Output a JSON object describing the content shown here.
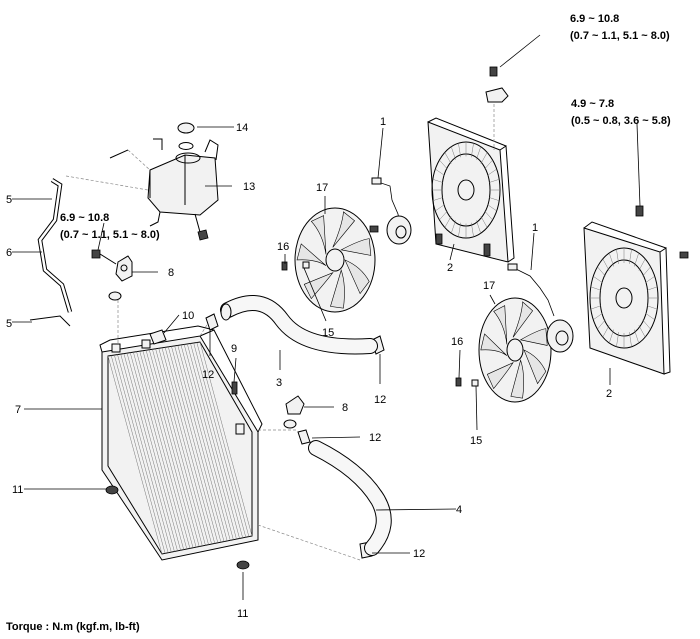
{
  "torque_labels": {
    "top_right_line1": "6.9 ~ 10.8",
    "top_right_line2": "(0.7 ~ 1.1, 5.1 ~ 8.0)",
    "right_line1": "4.9 ~ 7.8",
    "right_line2": "(0.5 ~ 0.8, 3.6 ~ 5.8)",
    "left_line1": "6.9 ~ 10.8",
    "left_line2": "(0.7 ~ 1.1, 5.1 ~ 8.0)"
  },
  "footer": {
    "torque_unit": "Torque : N.m (kgf.m, lb-ft)"
  },
  "callouts": {
    "c1a": "1",
    "c1b": "1",
    "c2a": "2",
    "c2b": "2",
    "c3": "3",
    "c4": "4",
    "c5a": "5",
    "c5b": "5",
    "c6": "6",
    "c7": "7",
    "c8a": "8",
    "c8b": "8",
    "c9": "9",
    "c10": "10",
    "c11a": "11",
    "c11b": "11",
    "c12a": "12",
    "c12b": "12",
    "c12c": "12",
    "c12d": "12",
    "c13": "13",
    "c14": "14",
    "c15a": "15",
    "c15b": "15",
    "c16a": "16",
    "c16b": "16",
    "c17a": "17",
    "c17b": "17"
  }
}
